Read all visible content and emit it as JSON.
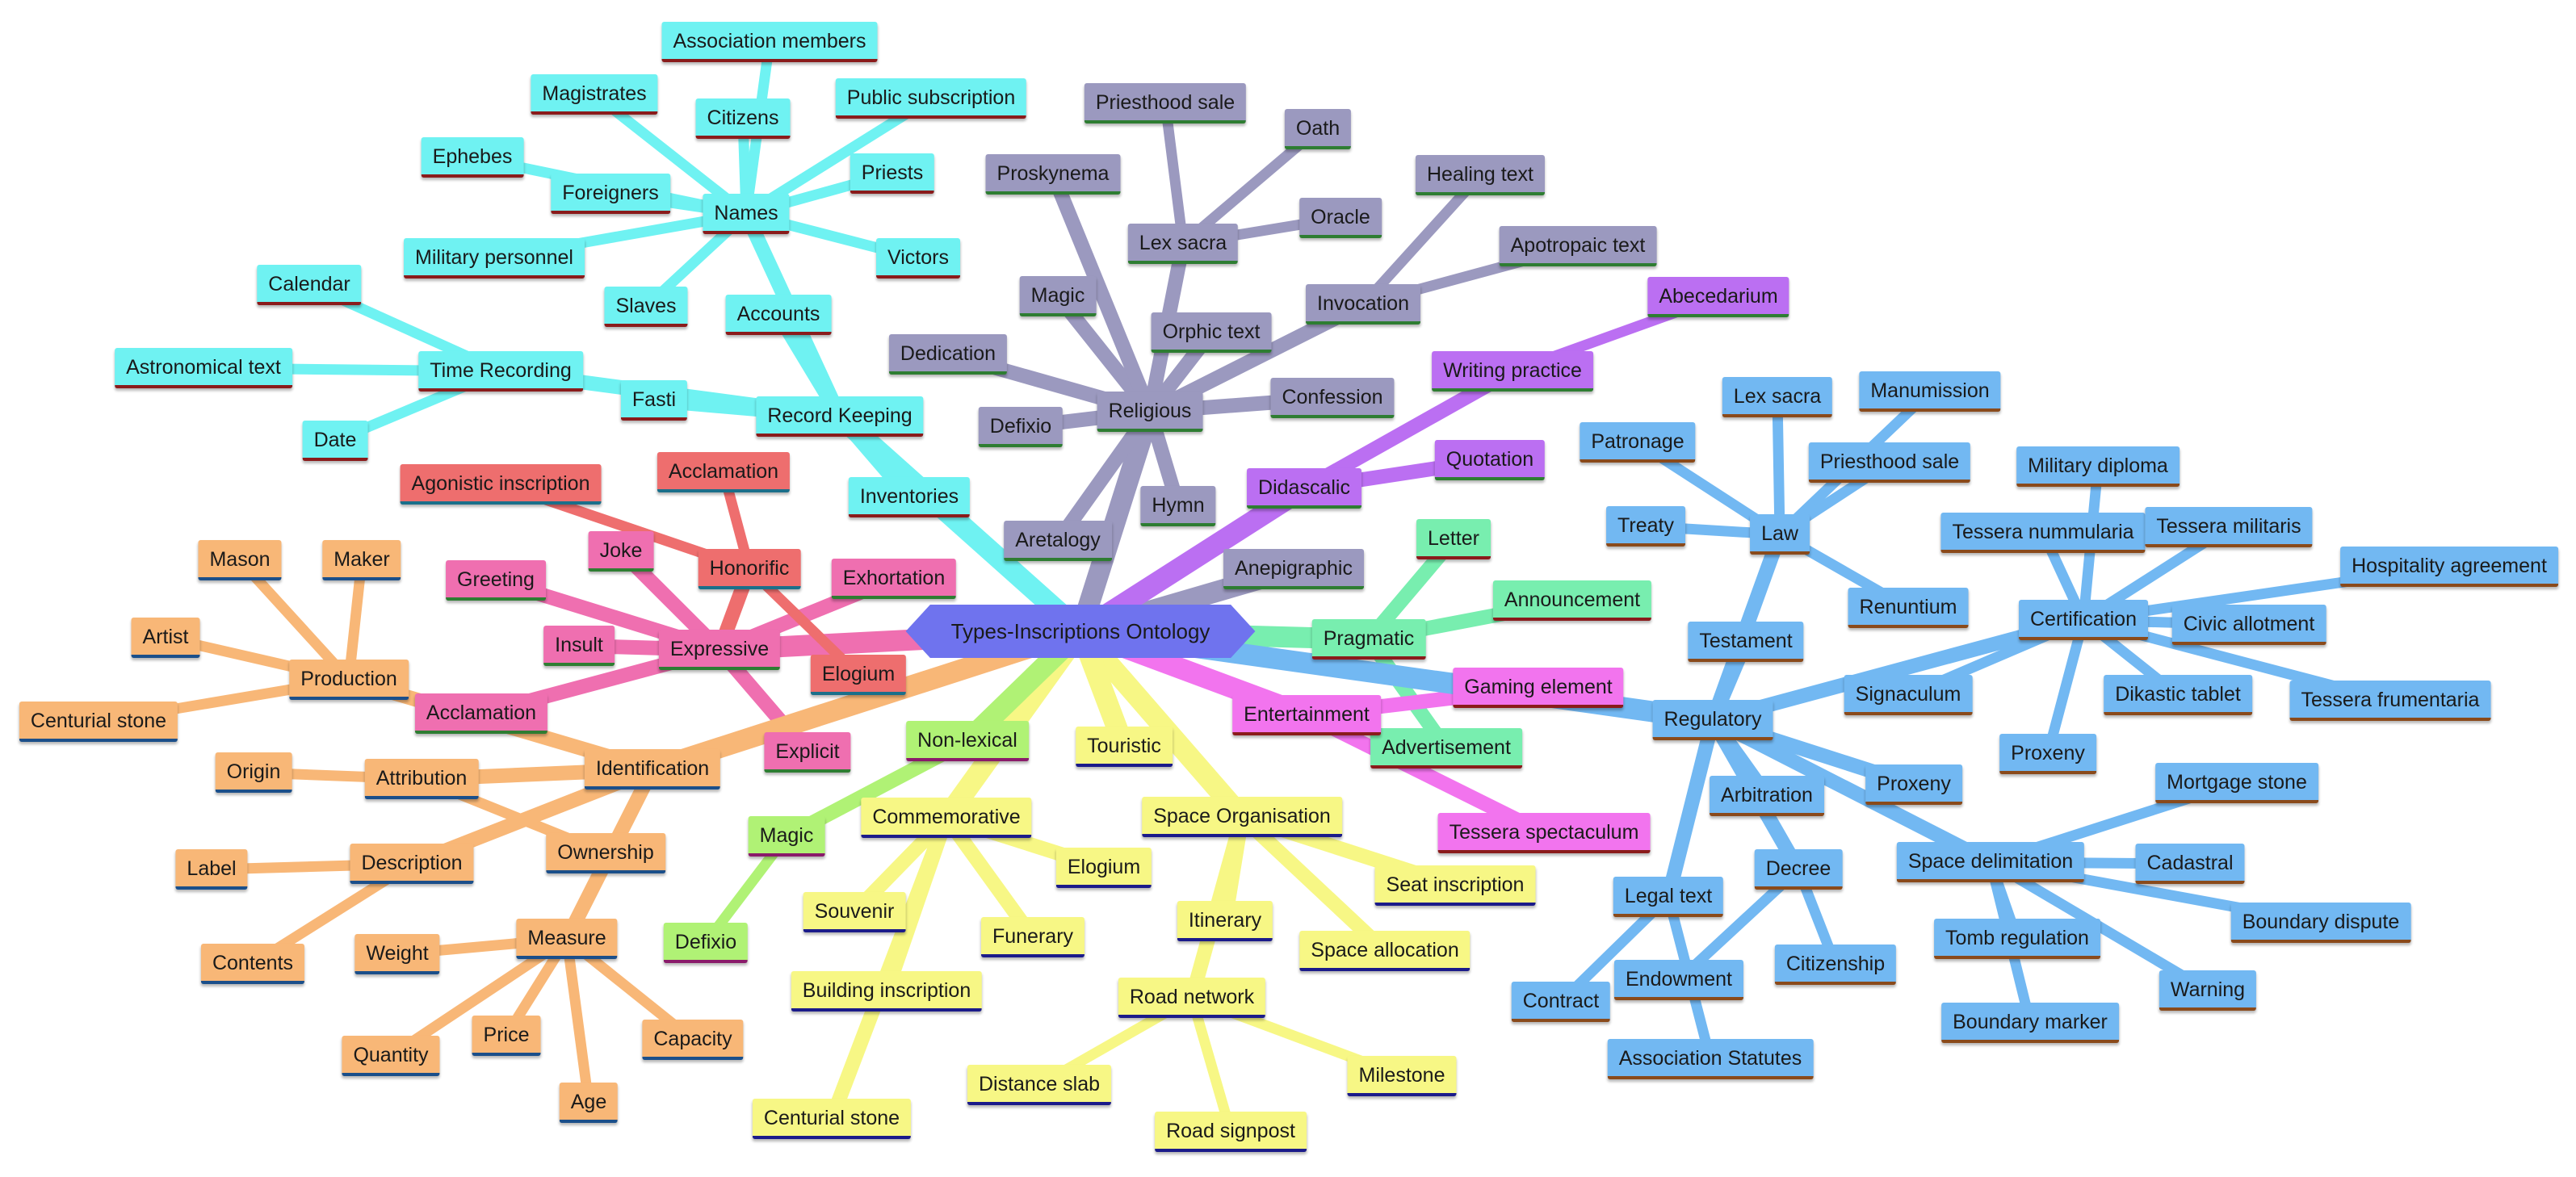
{
  "diagram": {
    "root": "Types-Inscriptions Ontology",
    "colors": {
      "root": "#6f73ee",
      "cyan": "#6ff2f2",
      "purple": "#9b99bf",
      "violet": "#bb6ff2",
      "blue": "#72b8f2",
      "green": "#78eeaf",
      "magenta": "#f274ee",
      "yellow": "#f7f785",
      "lime": "#b0f275",
      "orange": "#f8b777",
      "pink": "#ef6fb0",
      "red": "#ee6e6e"
    },
    "underline_colors": {
      "cyan": "#8a1b1b",
      "purple": "#2e7d32",
      "violet": "#2e7d32",
      "blue": "#8a4a1b",
      "green": "#8a1b1b",
      "magenta": "#8a1b1b",
      "yellow": "#1b1b8a",
      "lime": "#8a1b6a",
      "orange": "#1b4f8a",
      "pink": "#2e7d32",
      "red": "#1b6f8a"
    },
    "nodes": [
      {
        "id": "root",
        "label": "Types-Inscriptions Ontology",
        "color": "root"
      },
      {
        "id": "record-keeping",
        "label": "Record Keeping",
        "color": "cyan",
        "parent": "root"
      },
      {
        "id": "names",
        "label": "Names",
        "color": "cyan",
        "parent": "record-keeping"
      },
      {
        "id": "association-members",
        "label": "Association members",
        "color": "cyan",
        "parent": "names"
      },
      {
        "id": "magistrates",
        "label": "Magistrates",
        "color": "cyan",
        "parent": "names"
      },
      {
        "id": "citizens",
        "label": "Citizens",
        "color": "cyan",
        "parent": "names"
      },
      {
        "id": "public-subscription",
        "label": "Public subscription",
        "color": "cyan",
        "parent": "names"
      },
      {
        "id": "ephebes",
        "label": "Ephebes",
        "color": "cyan",
        "parent": "names"
      },
      {
        "id": "foreigners",
        "label": "Foreigners",
        "color": "cyan",
        "parent": "names"
      },
      {
        "id": "priests",
        "label": "Priests",
        "color": "cyan",
        "parent": "names"
      },
      {
        "id": "military-personnel",
        "label": "Military personnel",
        "color": "cyan",
        "parent": "names"
      },
      {
        "id": "victors",
        "label": "Victors",
        "color": "cyan",
        "parent": "names"
      },
      {
        "id": "slaves",
        "label": "Slaves",
        "color": "cyan",
        "parent": "names"
      },
      {
        "id": "accounts",
        "label": "Accounts",
        "color": "cyan",
        "parent": "record-keeping"
      },
      {
        "id": "fasti",
        "label": "Fasti",
        "color": "cyan",
        "parent": "record-keeping"
      },
      {
        "id": "time-recording",
        "label": "Time Recording",
        "color": "cyan",
        "parent": "record-keeping"
      },
      {
        "id": "calendar",
        "label": "Calendar",
        "color": "cyan",
        "parent": "time-recording"
      },
      {
        "id": "astronomical-text",
        "label": "Astronomical text",
        "color": "cyan",
        "parent": "time-recording"
      },
      {
        "id": "date",
        "label": "Date",
        "color": "cyan",
        "parent": "time-recording"
      },
      {
        "id": "inventories",
        "label": "Inventories",
        "color": "cyan",
        "parent": "record-keeping"
      },
      {
        "id": "religious",
        "label": "Religious",
        "color": "purple",
        "parent": "root"
      },
      {
        "id": "magic-rel",
        "label": "Magic",
        "color": "purple",
        "parent": "religious"
      },
      {
        "id": "proskynema",
        "label": "Proskynema",
        "color": "purple",
        "parent": "religious"
      },
      {
        "id": "lex-sacra-rel",
        "label": "Lex sacra",
        "color": "purple",
        "parent": "religious"
      },
      {
        "id": "priesthood-sale-rel",
        "label": "Priesthood sale",
        "color": "purple",
        "parent": "lex-sacra-rel"
      },
      {
        "id": "oath",
        "label": "Oath",
        "color": "purple",
        "parent": "lex-sacra-rel"
      },
      {
        "id": "oracle",
        "label": "Oracle",
        "color": "purple",
        "parent": "lex-sacra-rel"
      },
      {
        "id": "orphic-text",
        "label": "Orphic text",
        "color": "purple",
        "parent": "religious"
      },
      {
        "id": "invocation",
        "label": "Invocation",
        "color": "purple",
        "parent": "religious"
      },
      {
        "id": "healing-text",
        "label": "Healing text",
        "color": "purple",
        "parent": "invocation"
      },
      {
        "id": "apotropaic-text",
        "label": "Apotropaic text",
        "color": "purple",
        "parent": "invocation"
      },
      {
        "id": "dedication",
        "label": "Dedication",
        "color": "purple",
        "parent": "religious"
      },
      {
        "id": "confession",
        "label": "Confession",
        "color": "purple",
        "parent": "religious"
      },
      {
        "id": "defixio-rel",
        "label": "Defixio",
        "color": "purple",
        "parent": "religious"
      },
      {
        "id": "hymn",
        "label": "Hymn",
        "color": "purple",
        "parent": "religious"
      },
      {
        "id": "aretalogy",
        "label": "Aretalogy",
        "color": "purple",
        "parent": "religious"
      },
      {
        "id": "anepigraphic",
        "label": "Anepigraphic",
        "color": "purple",
        "parent": "root"
      },
      {
        "id": "didascalic",
        "label": "Didascalic",
        "color": "violet",
        "parent": "root"
      },
      {
        "id": "writing-practice",
        "label": "Writing practice",
        "color": "violet",
        "parent": "didascalic"
      },
      {
        "id": "abecedarium",
        "label": "Abecedarium",
        "color": "violet",
        "parent": "writing-practice"
      },
      {
        "id": "quotation",
        "label": "Quotation",
        "color": "violet",
        "parent": "didascalic"
      },
      {
        "id": "pragmatic",
        "label": "Pragmatic",
        "color": "green",
        "parent": "root"
      },
      {
        "id": "letter",
        "label": "Letter",
        "color": "green",
        "parent": "pragmatic"
      },
      {
        "id": "announcement",
        "label": "Announcement",
        "color": "green",
        "parent": "pragmatic"
      },
      {
        "id": "advertisement",
        "label": "Advertisement",
        "color": "green",
        "parent": "pragmatic"
      },
      {
        "id": "entertainment",
        "label": "Entertainment",
        "color": "magenta",
        "parent": "root"
      },
      {
        "id": "gaming-element",
        "label": "Gaming element",
        "color": "magenta",
        "parent": "entertainment"
      },
      {
        "id": "tessera-spectaculum",
        "label": "Tessera spectaculum",
        "color": "magenta",
        "parent": "entertainment"
      },
      {
        "id": "regulatory",
        "label": "Regulatory",
        "color": "blue",
        "parent": "root"
      },
      {
        "id": "law",
        "label": "Law",
        "color": "blue",
        "parent": "regulatory"
      },
      {
        "id": "lex-sacra-reg",
        "label": "Lex sacra",
        "color": "blue",
        "parent": "law"
      },
      {
        "id": "manumission",
        "label": "Manumission",
        "color": "blue",
        "parent": "law"
      },
      {
        "id": "patronage",
        "label": "Patronage",
        "color": "blue",
        "parent": "law"
      },
      {
        "id": "priesthood-sale-reg",
        "label": "Priesthood sale",
        "color": "blue",
        "parent": "law"
      },
      {
        "id": "treaty",
        "label": "Treaty",
        "color": "blue",
        "parent": "law"
      },
      {
        "id": "renuntium",
        "label": "Renuntium",
        "color": "blue",
        "parent": "law"
      },
      {
        "id": "testament",
        "label": "Testament",
        "color": "blue",
        "parent": "regulatory"
      },
      {
        "id": "certification",
        "label": "Certification",
        "color": "blue",
        "parent": "regulatory"
      },
      {
        "id": "military-diploma",
        "label": "Military diploma",
        "color": "blue",
        "parent": "certification"
      },
      {
        "id": "tessera-nummularia",
        "label": "Tessera nummularia",
        "color": "blue",
        "parent": "certification"
      },
      {
        "id": "tessera-militaris",
        "label": "Tessera militaris",
        "color": "blue",
        "parent": "certification"
      },
      {
        "id": "hospitality-agreement",
        "label": "Hospitality agreement",
        "color": "blue",
        "parent": "certification"
      },
      {
        "id": "civic-allotment",
        "label": "Civic allotment",
        "color": "blue",
        "parent": "certification"
      },
      {
        "id": "dikastic-tablet",
        "label": "Dikastic tablet",
        "color": "blue",
        "parent": "certification"
      },
      {
        "id": "tessera-frumentaria",
        "label": "Tessera frumentaria",
        "color": "blue",
        "parent": "certification"
      },
      {
        "id": "proxeny-cert",
        "label": "Proxeny",
        "color": "blue",
        "parent": "certification"
      },
      {
        "id": "signaculum",
        "label": "Signaculum",
        "color": "blue",
        "parent": "certification"
      },
      {
        "id": "arbitration",
        "label": "Arbitration",
        "color": "blue",
        "parent": "regulatory"
      },
      {
        "id": "proxeny-reg",
        "label": "Proxeny",
        "color": "blue",
        "parent": "regulatory"
      },
      {
        "id": "decree",
        "label": "Decree",
        "color": "blue",
        "parent": "regulatory"
      },
      {
        "id": "citizenship",
        "label": "Citizenship",
        "color": "blue",
        "parent": "decree"
      },
      {
        "id": "endowment",
        "label": "Endowment",
        "color": "blue",
        "parent": "decree"
      },
      {
        "id": "legal-text",
        "label": "Legal text",
        "color": "blue",
        "parent": "regulatory"
      },
      {
        "id": "contract",
        "label": "Contract",
        "color": "blue",
        "parent": "legal-text"
      },
      {
        "id": "association-statutes",
        "label": "Association Statutes",
        "color": "blue",
        "parent": "legal-text"
      },
      {
        "id": "space-delimitation",
        "label": "Space delimitation",
        "color": "blue",
        "parent": "regulatory"
      },
      {
        "id": "mortgage-stone",
        "label": "Mortgage stone",
        "color": "blue",
        "parent": "space-delimitation"
      },
      {
        "id": "cadastral",
        "label": "Cadastral",
        "color": "blue",
        "parent": "space-delimitation"
      },
      {
        "id": "boundary-dispute",
        "label": "Boundary dispute",
        "color": "blue",
        "parent": "space-delimitation"
      },
      {
        "id": "tomb-regulation",
        "label": "Tomb regulation",
        "color": "blue",
        "parent": "space-delimitation"
      },
      {
        "id": "warning",
        "label": "Warning",
        "color": "blue",
        "parent": "space-delimitation"
      },
      {
        "id": "boundary-marker",
        "label": "Boundary marker",
        "color": "blue",
        "parent": "space-delimitation"
      },
      {
        "id": "space-organisation",
        "label": "Space Organisation",
        "color": "yellow",
        "parent": "root"
      },
      {
        "id": "seat-inscription",
        "label": "Seat inscription",
        "color": "yellow",
        "parent": "space-organisation"
      },
      {
        "id": "space-allocation",
        "label": "Space allocation",
        "color": "yellow",
        "parent": "space-organisation"
      },
      {
        "id": "itinerary",
        "label": "Itinerary",
        "color": "yellow",
        "parent": "space-organisation"
      },
      {
        "id": "road-network",
        "label": "Road network",
        "color": "yellow",
        "parent": "space-organisation"
      },
      {
        "id": "milestone",
        "label": "Milestone",
        "color": "yellow",
        "parent": "road-network"
      },
      {
        "id": "distance-slab",
        "label": "Distance slab",
        "color": "yellow",
        "parent": "road-network"
      },
      {
        "id": "road-signpost",
        "label": "Road signpost",
        "color": "yellow",
        "parent": "road-network"
      },
      {
        "id": "touristic",
        "label": "Touristic",
        "color": "yellow",
        "parent": "root"
      },
      {
        "id": "commemorative",
        "label": "Commemorative",
        "color": "yellow",
        "parent": "root"
      },
      {
        "id": "elogium-com",
        "label": "Elogium",
        "color": "yellow",
        "parent": "commemorative"
      },
      {
        "id": "souvenir",
        "label": "Souvenir",
        "color": "yellow",
        "parent": "commemorative"
      },
      {
        "id": "funerary",
        "label": "Funerary",
        "color": "yellow",
        "parent": "commemorative"
      },
      {
        "id": "building-inscription",
        "label": "Building inscription",
        "color": "yellow",
        "parent": "commemorative"
      },
      {
        "id": "centurial-stone-com",
        "label": "Centurial stone",
        "color": "yellow",
        "parent": "commemorative"
      },
      {
        "id": "non-lexical",
        "label": "Non-lexical",
        "color": "lime",
        "parent": "root"
      },
      {
        "id": "magic-nl",
        "label": "Magic",
        "color": "lime",
        "parent": "non-lexical"
      },
      {
        "id": "defixio-nl",
        "label": "Defixio",
        "color": "lime",
        "parent": "magic-nl"
      },
      {
        "id": "expressive",
        "label": "Expressive",
        "color": "pink",
        "parent": "root"
      },
      {
        "id": "joke",
        "label": "Joke",
        "color": "pink",
        "parent": "expressive"
      },
      {
        "id": "greeting",
        "label": "Greeting",
        "color": "pink",
        "parent": "expressive"
      },
      {
        "id": "insult",
        "label": "Insult",
        "color": "pink",
        "parent": "expressive"
      },
      {
        "id": "acclamation-exp",
        "label": "Acclamation",
        "color": "pink",
        "parent": "expressive"
      },
      {
        "id": "exhortation",
        "label": "Exhortation",
        "color": "pink",
        "parent": "expressive"
      },
      {
        "id": "explicit",
        "label": "Explicit",
        "color": "pink",
        "parent": "expressive"
      },
      {
        "id": "honorific",
        "label": "Honorific",
        "color": "red",
        "parent": "expressive"
      },
      {
        "id": "agonistic-inscription",
        "label": "Agonistic inscription",
        "color": "red",
        "parent": "honorific"
      },
      {
        "id": "acclamation-hon",
        "label": "Acclamation",
        "color": "red",
        "parent": "honorific"
      },
      {
        "id": "elogium-hon",
        "label": "Elogium",
        "color": "red",
        "parent": "honorific"
      },
      {
        "id": "identification",
        "label": "Identification",
        "color": "orange",
        "parent": "root"
      },
      {
        "id": "production",
        "label": "Production",
        "color": "orange",
        "parent": "identification"
      },
      {
        "id": "mason",
        "label": "Mason",
        "color": "orange",
        "parent": "production"
      },
      {
        "id": "maker",
        "label": "Maker",
        "color": "orange",
        "parent": "production"
      },
      {
        "id": "artist",
        "label": "Artist",
        "color": "orange",
        "parent": "production"
      },
      {
        "id": "centurial-stone-id",
        "label": "Centurial stone",
        "color": "orange",
        "parent": "production"
      },
      {
        "id": "attribution",
        "label": "Attribution",
        "color": "orange",
        "parent": "identification"
      },
      {
        "id": "origin",
        "label": "Origin",
        "color": "orange",
        "parent": "attribution"
      },
      {
        "id": "ownership",
        "label": "Ownership",
        "color": "orange",
        "parent": "attribution"
      },
      {
        "id": "description",
        "label": "Description",
        "color": "orange",
        "parent": "identification"
      },
      {
        "id": "label",
        "label": "Label",
        "color": "orange",
        "parent": "description"
      },
      {
        "id": "contents",
        "label": "Contents",
        "color": "orange",
        "parent": "description"
      },
      {
        "id": "measure",
        "label": "Measure",
        "color": "orange",
        "parent": "identification"
      },
      {
        "id": "weight",
        "label": "Weight",
        "color": "orange",
        "parent": "measure"
      },
      {
        "id": "quantity",
        "label": "Quantity",
        "color": "orange",
        "parent": "measure"
      },
      {
        "id": "price",
        "label": "Price",
        "color": "orange",
        "parent": "measure"
      },
      {
        "id": "capacity",
        "label": "Capacity",
        "color": "orange",
        "parent": "measure"
      },
      {
        "id": "age",
        "label": "Age",
        "color": "orange",
        "parent": "measure"
      }
    ]
  }
}
